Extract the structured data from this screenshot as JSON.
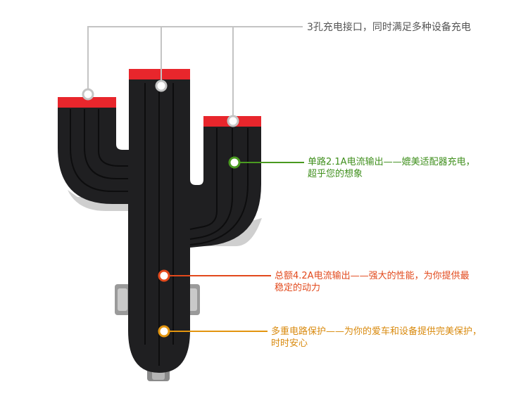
{
  "annotations": {
    "ports": {
      "text": "3孔充电接口，同时满足多种设备充电",
      "color": "#555555"
    },
    "single_output": {
      "line1": "单路2.1A电流输出——媲美适配器充电，",
      "line2": "超乎您的想象",
      "color": "#3f8f1c"
    },
    "total_output": {
      "line1": "总额4.2A电流输出——强大的性能，为你提供最",
      "line2": "稳定的动力",
      "color": "#e2491c"
    },
    "protection": {
      "line1": "多重电路保护——为你的爱车和设备提供完美保护，",
      "line2": "时时安心",
      "color": "#d98a0e"
    }
  },
  "product": {
    "body_color": "#1f1f21",
    "port_color": "#e8262c"
  }
}
